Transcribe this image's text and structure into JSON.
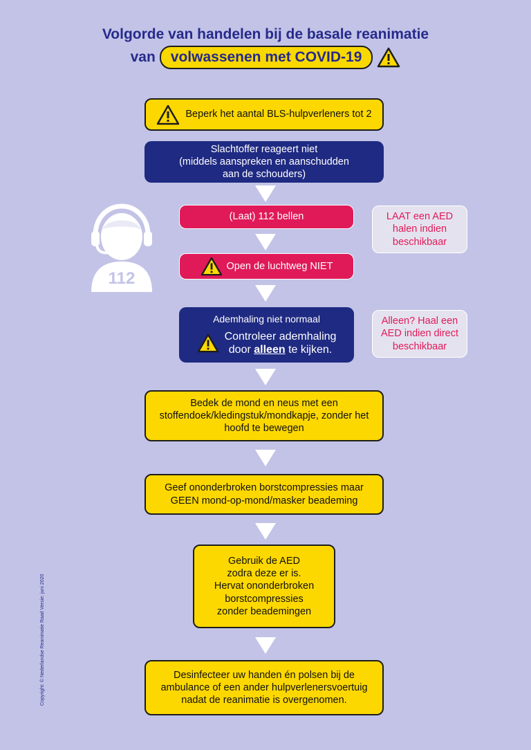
{
  "title": {
    "line1": "Volgorde van handelen bij de basale reanimatie",
    "line2_prefix": "van",
    "line2_highlight": "volwassenen met COVID-19"
  },
  "icons": {
    "warning": "warning-triangle-icon",
    "operator": "headset-operator-icon",
    "operator_label": "112"
  },
  "steps": {
    "limit": "Beperk het aantal BLS-hulpverleners tot 2",
    "no_response_l1": "Slachtoffer reageert niet",
    "no_response_l2": "(middels aanspreken en aanschudden",
    "no_response_l3": "aan de schouders)",
    "call": "(Laat) 112 bellen",
    "airway": "Open de luchtweg NIET",
    "breathing_title": "Ademhaling niet normaal",
    "breathing_l1": "Controleer ademhaling",
    "breathing_l2_pre": "door",
    "breathing_l2_u": "alleen",
    "breathing_l2_post": "te kijken.",
    "cover_l1": "Bedek de mond en neus met een",
    "cover_l2": "stoffendoek/kledingstuk/mondkapje, zonder het",
    "cover_l3": "hoofd te bewegen",
    "compress_l1": "Geef ononderbroken borstcompressies maar",
    "compress_l2": "GEEN mond-op-mond/masker beademing",
    "aed_l1": "Gebruik de AED",
    "aed_l2": "zodra deze er is.",
    "aed_l3": "Hervat ononderbroken",
    "aed_l4": "borstcompressies",
    "aed_l5": "zonder beademingen",
    "disinfect_l1": "Desinfecteer uw handen én polsen bij de",
    "disinfect_l2": "ambulance of een ander hulpverlenersvoertuig",
    "disinfect_l3": "nadat de reanimatie is overgenomen."
  },
  "side_notes": {
    "aed_fetch_l1": "LAAT een AED",
    "aed_fetch_l2": "halen indien",
    "aed_fetch_l3": "beschikbaar",
    "alone_l1": "Alleen? Haal een",
    "alone_l2": "AED indien direct",
    "alone_l3": "beschikbaar"
  },
  "footer": {
    "copyright": "Copyright: © Nederlandse Reanimatie Raad   Versie: juni 2020"
  },
  "colors": {
    "background": "#c2c3e6",
    "title": "#262a8c",
    "yellow": "#fdd800",
    "navy": "#1f2a82",
    "red": "#e01a58",
    "side_note_bg": "#e5e2ef"
  }
}
